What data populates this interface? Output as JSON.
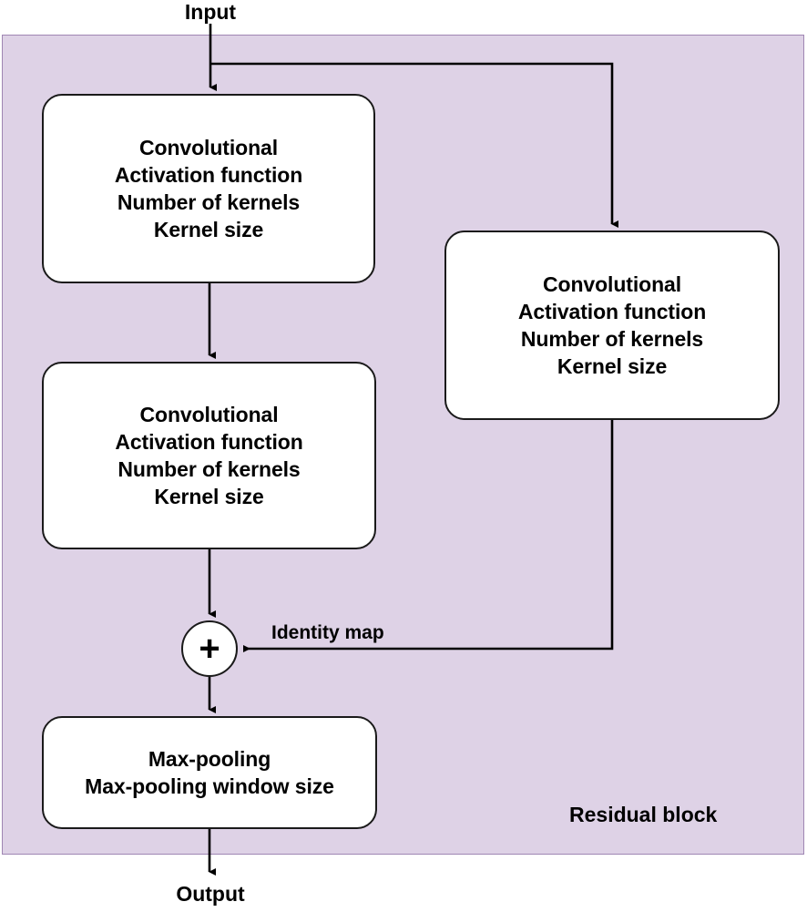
{
  "diagram": {
    "title": "Residual block",
    "type": "flowchart",
    "input_label": "Input",
    "output_label": "Output",
    "identity_label": "Identity map",
    "container_label": "Residual block",
    "add_symbol": "+",
    "colors": {
      "container_fill": "#ded2e6",
      "container_border": "#9f86b3",
      "node_fill": "#ffffff",
      "node_border": "#1a1a1a",
      "wire": "#000000",
      "text": "#000000",
      "page_background": "#ffffff"
    },
    "nodes": {
      "conv1": {
        "name": "Convolutional block 1",
        "lines": [
          "Convolutional",
          "Activation function",
          "Number of kernels",
          "Kernel size"
        ]
      },
      "conv2": {
        "name": "Convolutional block 2",
        "lines": [
          "Convolutional",
          "Activation function",
          "Number of kernels",
          "Kernel size"
        ]
      },
      "conv_skip": {
        "name": "Convolutional block on skip path",
        "lines": [
          "Convolutional",
          "Activation function",
          "Number of kernels",
          "Kernel size"
        ]
      },
      "maxpool": {
        "name": "Max-pooling block",
        "lines": [
          "Max-pooling",
          "Max-pooling window size"
        ]
      }
    }
  }
}
